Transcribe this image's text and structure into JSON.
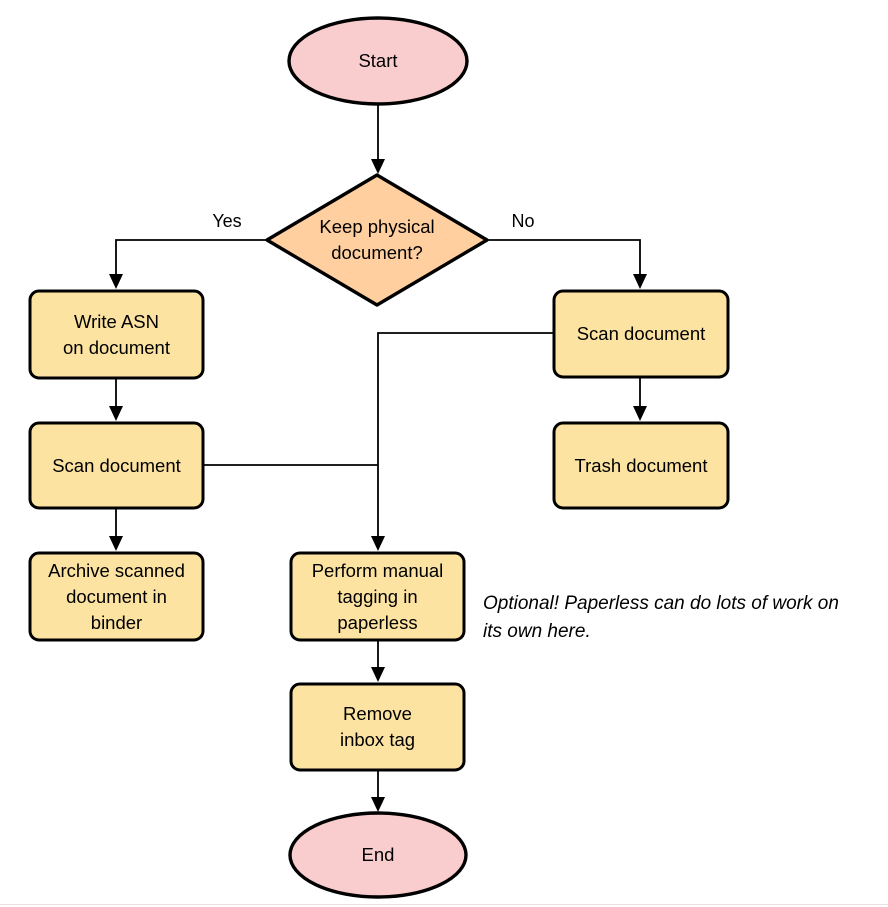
{
  "colors": {
    "terminal_fill": "#f9cdcd",
    "decision_fill": "#ffcfa0",
    "process_fill": "#fce3a1",
    "stroke": "#000000",
    "bottom_hairline": "#efe0e0"
  },
  "nodes": {
    "start": {
      "label": "Start",
      "type": "terminal"
    },
    "decision": {
      "label": "Keep physical\ndocument?",
      "type": "decision"
    },
    "write_asn": {
      "label": "Write ASN\non document",
      "type": "process"
    },
    "scan_left": {
      "label": "Scan document",
      "type": "process"
    },
    "archive": {
      "label": "Archive scanned\ndocument in\nbinder",
      "type": "process"
    },
    "scan_right": {
      "label": "Scan document",
      "type": "process"
    },
    "trash": {
      "label": "Trash document",
      "type": "process"
    },
    "tagging": {
      "label": "Perform manual\ntagging in\npaperless",
      "type": "process"
    },
    "remove_inbox": {
      "label": "Remove\ninbox tag",
      "type": "process"
    },
    "end": {
      "label": "End",
      "type": "terminal"
    }
  },
  "edge_labels": {
    "yes": "Yes",
    "no": "No"
  },
  "note": {
    "text": "Optional! Paperless can do lots of work on\nits own here."
  }
}
